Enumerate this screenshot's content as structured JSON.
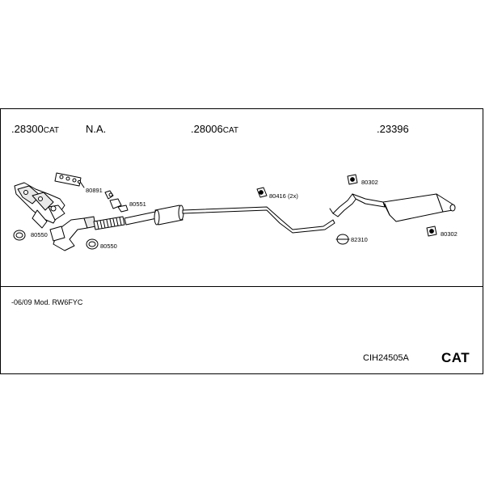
{
  "headers": [
    {
      "num": ".28300",
      "suffix": "CAT"
    },
    {
      "num": "N.A.",
      "suffix": ""
    },
    {
      "num": ".28006",
      "suffix": "CAT"
    },
    {
      "num": ".23396",
      "suffix": ""
    }
  ],
  "part_labels": {
    "p80891": "80891",
    "p80551": "80551",
    "p80550_left": "80550",
    "p80550_bottom": "80550",
    "p80416": "80416 (2x)",
    "p80302_top": "80302",
    "p80302_right": "80302",
    "p82310": "82310"
  },
  "footer": {
    "note": "-06/09   Mod. RW6FYC",
    "code": "CIH24505A",
    "cat_label": "CAT"
  }
}
